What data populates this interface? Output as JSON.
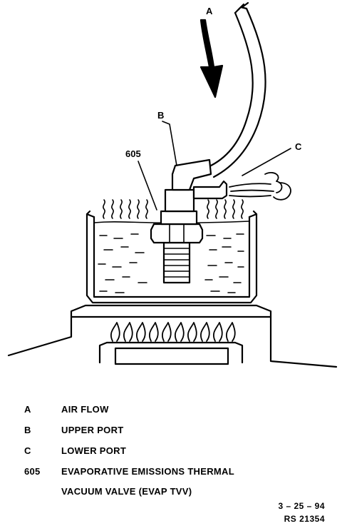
{
  "callouts": {
    "a": "A",
    "b": "B",
    "c": "C",
    "part": "605"
  },
  "legend": [
    {
      "key": "A",
      "text": "AIR FLOW"
    },
    {
      "key": "B",
      "text": "UPPER PORT"
    },
    {
      "key": "C",
      "text": "LOWER PORT"
    },
    {
      "key": "605",
      "lines": [
        "EVAPORATIVE EMISSIONS THERMAL",
        "VACUUM VALVE (EVAP TVV)"
      ]
    }
  ],
  "stamp": {
    "date": "3 – 25 – 94",
    "code": "RS 21354"
  }
}
